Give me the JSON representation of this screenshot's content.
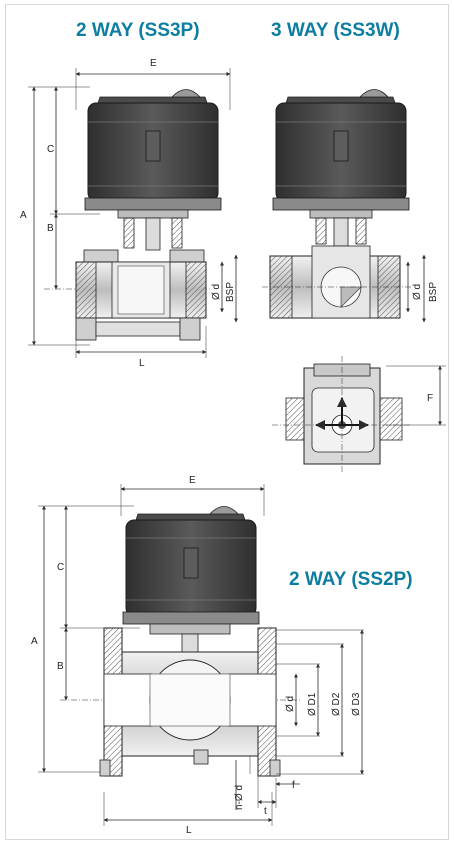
{
  "titles": {
    "ss3p": "2 WAY (SS3P)",
    "ss3w": "3 WAY (SS3W)",
    "ss2p": "2 WAY (SS2P)"
  },
  "labels": {
    "E": "E",
    "C": "C",
    "A": "A",
    "B": "B",
    "L": "L",
    "d": "Ø d",
    "bsp": "BSP",
    "F": "F",
    "D1": "Ø D1",
    "D2": "Ø D2",
    "D3": "Ø D3",
    "nd": "n-Ø d",
    "t": "t",
    "f": "f"
  },
  "colors": {
    "title": "#0d7ea1",
    "line": "#2b2b2b",
    "body_dark": "#3a3a3a",
    "body_mid": "#8c8c8c",
    "body_light": "#d9d9d9"
  }
}
